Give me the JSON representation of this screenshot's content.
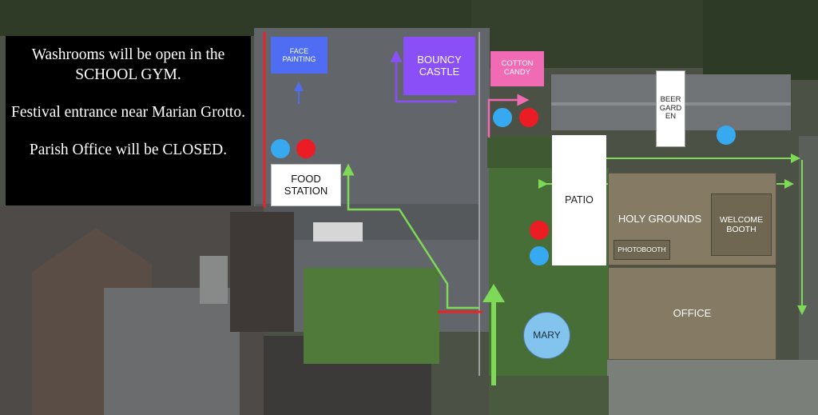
{
  "notice": {
    "lines": [
      "Washrooms will be open in the SCHOOL GYM.",
      "Festival entrance near Marian Grotto.",
      "Parish Office will be CLOSED."
    ]
  },
  "labels": {
    "face_painting": "FACE PAINTING",
    "bouncy_castle": "BOUNCY CASTLE",
    "cotton_candy": "COTTON CANDY",
    "beer_garden": "BEER GARD EN",
    "food_station": "FOOD STATION",
    "patio": "PATIO",
    "holy_grounds": "HOLY GROUNDS",
    "welcome_booth": "WELCOME BOOTH",
    "photobooth": "PHOTOBOOTH",
    "office": "OFFICE",
    "mary": "MARY"
  },
  "colors": {
    "face_painting": "#4f6df2",
    "bouncy_castle": "#8a4ff7",
    "cotton_candy": "#f06ab4",
    "beer_garden": "#ffffff",
    "food_station": "#ffffff",
    "patio": "#ffffff",
    "holy_grounds": "#857a63",
    "welcome_booth": "#6f6752",
    "photobooth": "#6f6752",
    "office": "#857a63",
    "mary": "#82c4ee",
    "red_dot": "#ec1c24",
    "blue_dot": "#36a9f0",
    "green_path": "#7ed957",
    "red_line": "#e8232a"
  }
}
